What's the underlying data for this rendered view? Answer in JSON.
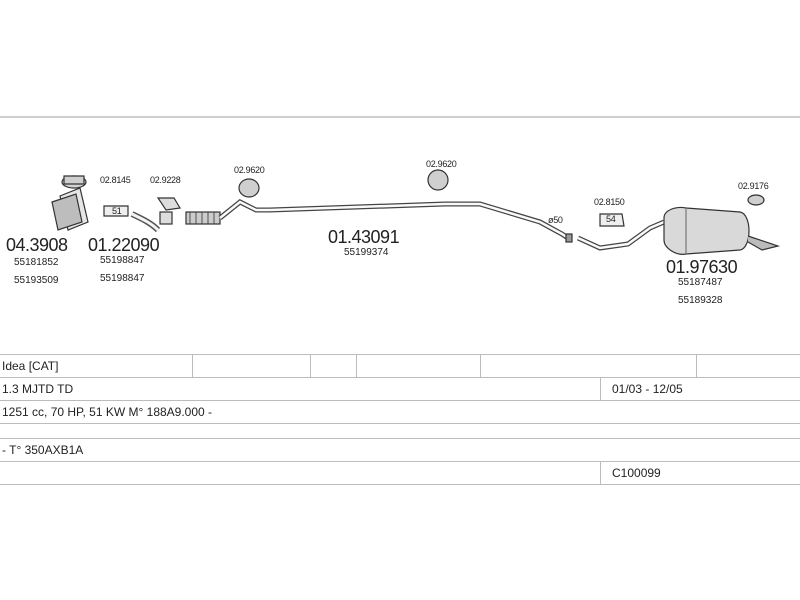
{
  "diagram": {
    "parts": [
      {
        "id": "catalyst",
        "part_no": "04.3908",
        "oem": [
          "55181852",
          "55193509"
        ]
      },
      {
        "id": "front-pipe",
        "part_no": "01.22090",
        "oem": [
          "55198847",
          "55198847"
        ]
      },
      {
        "id": "middle-silencer",
        "part_no": "01.43091",
        "oem": [
          "55199374"
        ]
      },
      {
        "id": "rear-silencer",
        "part_no": "01.97630",
        "oem": [
          "55187487",
          "55189328"
        ]
      }
    ],
    "accessories": [
      {
        "id": "clamp-1",
        "code": "02.8145",
        "tag": "51"
      },
      {
        "id": "gasket",
        "code": "02.9228"
      },
      {
        "id": "hanger-1",
        "code": "02.9620"
      },
      {
        "id": "hanger-2",
        "code": "02.9620"
      },
      {
        "id": "clamp-2",
        "code": "02.8150",
        "tag": "54"
      },
      {
        "id": "hanger-3",
        "code": "02.9176"
      }
    ],
    "diameter_label": "ø50"
  },
  "vehicle": {
    "model": "Idea  [CAT]",
    "engine": "1.3 MJTD TD",
    "date_range": "01/03 - 12/05",
    "specs": "1251 cc, 70 HP, 51 KW  M° 188A9.000 -",
    "type_code": "- T° 350AXB1A",
    "kit_code": "C100099"
  }
}
